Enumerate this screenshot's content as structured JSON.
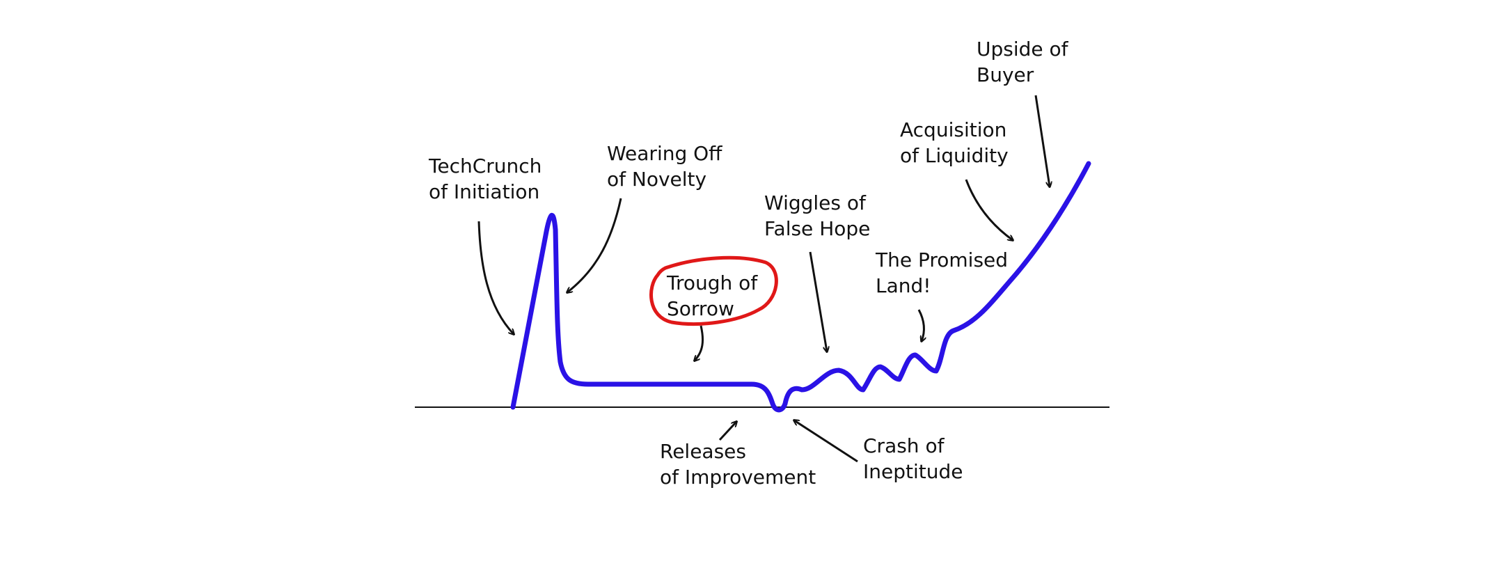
{
  "diagram": {
    "labels": {
      "techcrunch": [
        "TechCrunch",
        "of Initiation"
      ],
      "wearing_off": [
        "Wearing Off",
        "of Novelty"
      ],
      "trough": [
        "Trough of",
        "Sorrow"
      ],
      "releases": [
        "Releases",
        "of Improvement"
      ],
      "crash": [
        "Crash of",
        "Ineptitude"
      ],
      "wiggles": [
        "Wiggles of",
        "False Hope"
      ],
      "promised_land": [
        "The Promised",
        "Land!"
      ],
      "acquisition": [
        "Acquisition",
        "of Liquidity"
      ],
      "upside": [
        "Upside of",
        "Buyer"
      ]
    },
    "colors": {
      "curve": "#2a12e6",
      "highlight": "#e01818",
      "arrows": "#111111",
      "baseline": "#111111"
    },
    "highlighted_label": "trough"
  }
}
